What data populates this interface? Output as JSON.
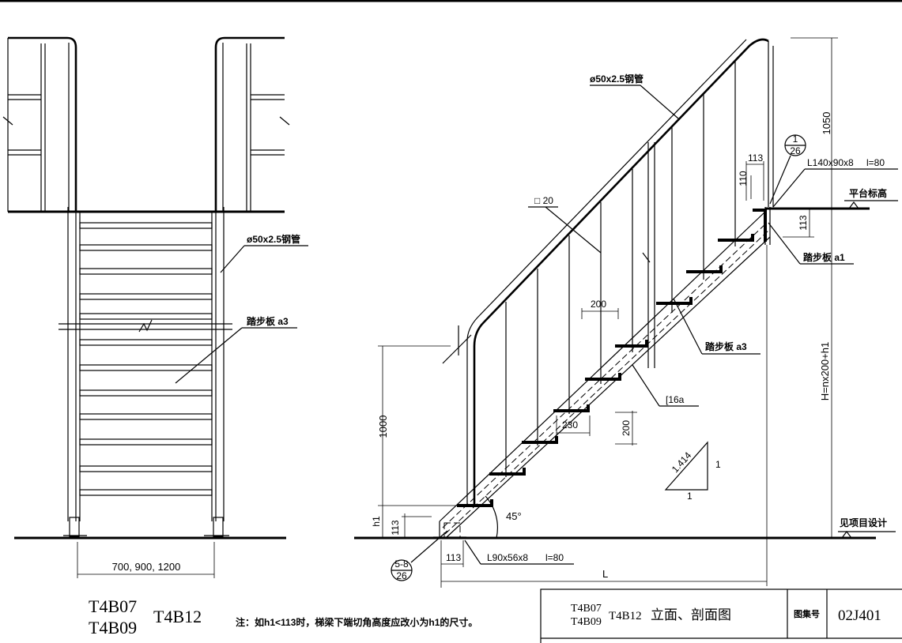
{
  "left_view": {
    "pipe_label": "ø50x2.5钢管",
    "tread_label": "踏步板 a3",
    "width_dim": "700, 900, 1200"
  },
  "right_view": {
    "pipe_label": "ø50x2.5钢管",
    "bar_label": "□ 20",
    "angle_label": "L140x90x8",
    "angle_len": "l=80",
    "platform_label": "平台标高",
    "tread_top_label": "踏步板 a1",
    "tread_label": "踏步板 a3",
    "channel_label": "[16a",
    "bottom_angle": "L90x56x8",
    "bottom_len": "l=80",
    "ground_label": "见项目设计",
    "dim_1050": "1050",
    "dim_113_top": "113",
    "dim_110": "110",
    "dim_113_side": "113",
    "dim_200_a": "200",
    "dim_200_b": "200",
    "dim_230": "230",
    "dim_1000": "1000",
    "dim_h1": "h1",
    "dim_113_bottom": "113",
    "dim_113_foot": "113",
    "dim_H": "H=nx200+h1",
    "dim_L": "L",
    "angle_deg": "45°",
    "slope_hyp": "1.414",
    "slope_v": "1",
    "slope_h": "1",
    "detail_top_num": "1",
    "detail_top_sheet": "26",
    "detail_bot_num": "5-8",
    "detail_bot_sheet": "26"
  },
  "models": {
    "m1": "T4B07",
    "m2": "T4B09",
    "m3": "T4B12"
  },
  "note": "注：如h1<113时，梯梁下端切角高度应改小为h1的尺寸。",
  "title_block": {
    "m1": "T4B07",
    "m2": "T4B09",
    "m3": "T4B12",
    "title": "立面、剖面图",
    "atlas_label": "图集号",
    "atlas_no": "02J401"
  }
}
